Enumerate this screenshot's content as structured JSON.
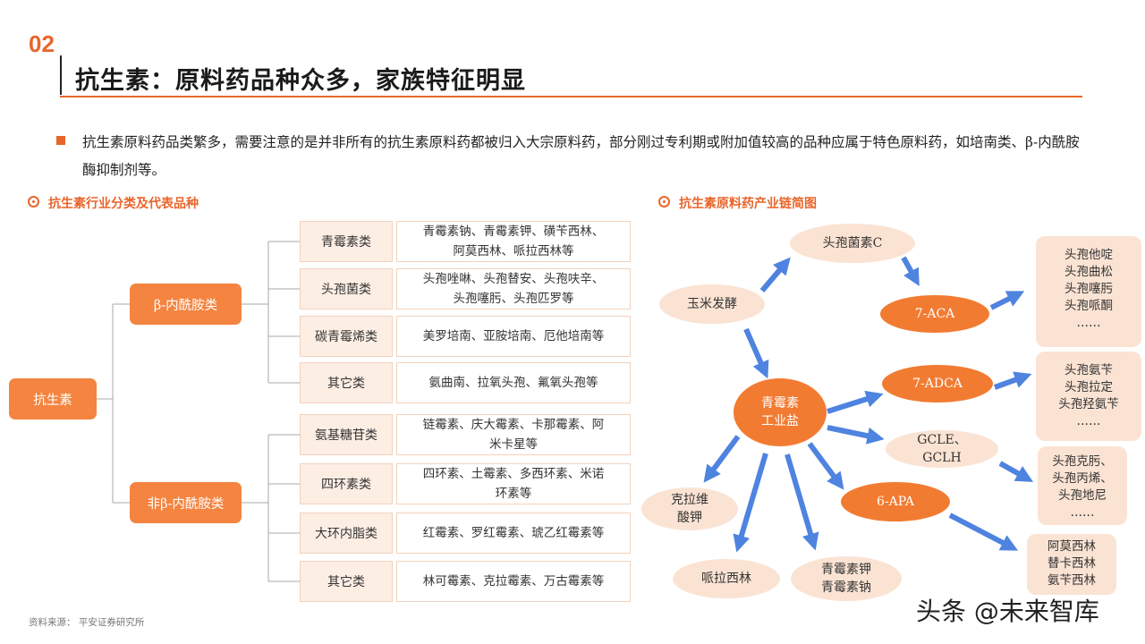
{
  "header": {
    "section_number": "02",
    "title": "抗生素：原料药品种众多，家族特征明显"
  },
  "bullet": {
    "text": "抗生素原料药品类繁多，需要注意的是并非所有的抗生素原料药都被归入大宗原料药，部分刚过专利期或附加值较高的品种应属于特色原料药，如培南类、β-内酰胺酶抑制剂等。"
  },
  "left_panel": {
    "heading": "抗生素行业分类及代表品种",
    "root": "抗生素",
    "groups": [
      {
        "label": "β-内酰胺类",
        "rows": [
          {
            "category": "青霉素类",
            "examples": [
              "青霉素钠、青霉素钾、磺苄西林、",
              "阿莫西林、哌拉西林等"
            ]
          },
          {
            "category": "头孢菌类",
            "examples": [
              "头孢唑啉、头孢替安、头孢呋辛、",
              "头孢噻肟、头孢匹罗等"
            ]
          },
          {
            "category": "碳青霉烯类",
            "examples": [
              "美罗培南、亚胺培南、厄他培南等"
            ]
          },
          {
            "category": "其它类",
            "examples": [
              "氨曲南、拉氧头孢、氟氧头孢等"
            ]
          }
        ]
      },
      {
        "label": "非β-内酰胺类",
        "rows": [
          {
            "category": "氨基糖苷类",
            "examples": [
              "链霉素、庆大霉素、卡那霉素、阿",
              "米卡星等"
            ]
          },
          {
            "category": "四环素类",
            "examples": [
              "四环素、土霉素、多西环素、米诺",
              "环素等"
            ]
          },
          {
            "category": "大环内脂类",
            "examples": [
              "红霉素、罗红霉素、琥乙红霉素等"
            ]
          },
          {
            "category": "其它类",
            "examples": [
              "林可霉素、克拉霉素、万古霉素等"
            ]
          }
        ]
      }
    ]
  },
  "right_panel": {
    "heading": "抗生素原料药产业链简图",
    "nodes": {
      "corn": "玉米发酵",
      "cephc": "头孢菌素C",
      "pen": [
        "青霉素",
        "工业盐"
      ],
      "aca": "7-ACA",
      "adca": "7-ADCA",
      "gcle": [
        "GCLE、",
        "GCLH"
      ],
      "apa": "6-APA",
      "clav": [
        "克拉维",
        "酸钾"
      ],
      "pipe": "哌拉西林",
      "penk": [
        "青霉素钾",
        "青霉素钠"
      ]
    },
    "outputs": {
      "aca": [
        "头孢他啶",
        "头孢曲松",
        "头孢噻肟",
        "头孢哌酮",
        "……"
      ],
      "adca": [
        "头孢氨苄",
        "头孢拉定",
        "头孢羟氨苄",
        "……"
      ],
      "gcle": [
        "头孢克肟、",
        "头孢丙烯、",
        "头孢地尼",
        "……"
      ],
      "apa": [
        "阿莫西林",
        "替卡西林",
        "氨苄西林"
      ]
    }
  },
  "footer": {
    "source": "资料来源：  平安证券研究所",
    "watermark": "头条 @未来智库"
  },
  "colors": {
    "accent": "#e8662b",
    "box_orange": "#f4843f",
    "arrow_blue": "#4f83e0",
    "pale": "#fbe3d3"
  }
}
